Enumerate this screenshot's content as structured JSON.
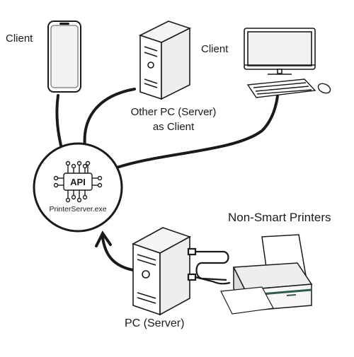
{
  "labels": {
    "client_phone": "Client",
    "client_desktop": "Client",
    "other_pc_line1": "Other PC (Server)",
    "other_pc_line2": "as Client",
    "printers": "Non-Smart Printers",
    "pc_server": "PC (Server)"
  },
  "hub": {
    "api_text": "API",
    "executable": "PrinterServer.exe"
  },
  "icons": [
    "smartphone-icon",
    "tower-pc-icon",
    "desktop-monitor-icon",
    "keyboard-icon",
    "mouse-icon",
    "api-chip-icon",
    "printer-icon",
    "cable-icon"
  ],
  "colors": {
    "ink": "#1a1a1a",
    "screen": "#f2f2f2",
    "printer_accent": "#2e5b4f"
  }
}
